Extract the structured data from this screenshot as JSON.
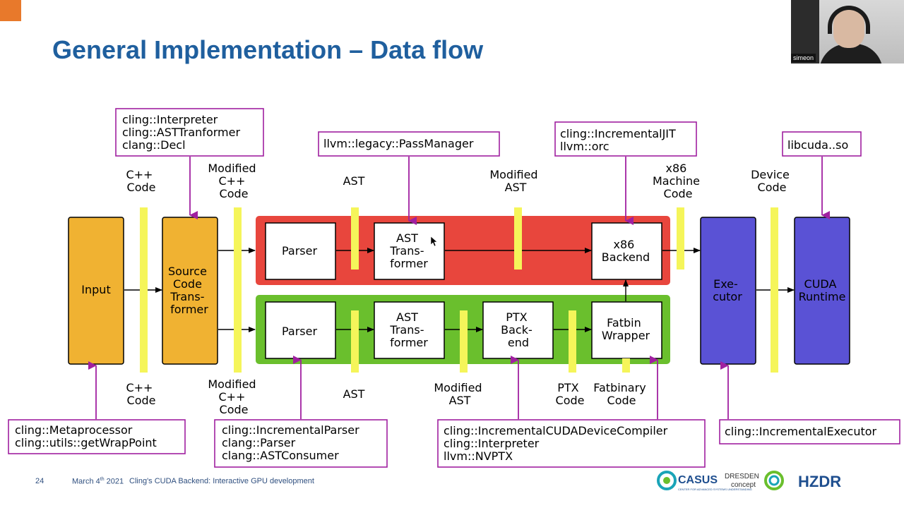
{
  "slide": {
    "title": "General Implementation – Data flow",
    "page_number": "24",
    "date_main": "March 4",
    "date_sup": "th",
    "date_year": "2021",
    "footer_title": "Cling's CUDA Backend: Interactive GPU development"
  },
  "video": {
    "name": "simeon"
  },
  "logos": {
    "casus": "CASUS",
    "casus_sub": "CENTER FOR ADVANCED SYSTEMS UNDERSTANDING",
    "dresden_top": "DRESDEN",
    "dresden_bottom": "concept",
    "hzdr": "HZDR"
  },
  "blocks": {
    "input": "Input",
    "source_transformer": [
      "Source",
      "Code",
      "Trans-",
      "former"
    ],
    "executor": [
      "Exe-",
      "cutor"
    ],
    "cuda_runtime": [
      "CUDA",
      "Runtime"
    ],
    "parser_top": "Parser",
    "ast_transformer_top": [
      "AST",
      "Trans-",
      "former"
    ],
    "x86_backend": [
      "x86",
      "Backend"
    ],
    "parser_bottom": "Parser",
    "ast_transformer_bottom": [
      "AST",
      "Trans-",
      "former"
    ],
    "ptx_backend": [
      "PTX",
      "Back-",
      "end"
    ],
    "fatbin_wrapper": [
      "Fatbin",
      "Wrapper"
    ]
  },
  "labels_top": {
    "cpp_code": [
      "C++",
      "Code"
    ],
    "modified_cpp_code": [
      "Modified",
      "C++",
      "Code"
    ],
    "ast": "AST",
    "modified_ast": [
      "Modified",
      "AST"
    ],
    "x86_machine_code": [
      "x86",
      "Machine",
      "Code"
    ],
    "device_code": [
      "Device",
      "Code"
    ]
  },
  "labels_bottom": {
    "cpp_code": [
      "C++",
      "Code"
    ],
    "modified_cpp_code": [
      "Modified",
      "C++",
      "Code"
    ],
    "ast": "AST",
    "modified_ast": [
      "Modified",
      "AST"
    ],
    "ptx_code": [
      "PTX",
      "Code"
    ],
    "fatbinary_code": [
      "Fatbinary",
      "Code"
    ]
  },
  "api_boxes": {
    "interpreter": [
      "cling::Interpreter",
      "cling::ASTTranformer",
      "clang::Decl"
    ],
    "pass_manager": [
      "llvm::legacy::PassManager"
    ],
    "incremental_jit": [
      "cling::IncrementalJIT",
      "llvm::orc"
    ],
    "libcuda": [
      "libcuda..so"
    ],
    "metaprocessor": [
      "cling::Metaprocessor",
      "cling::utils::getWrapPoint"
    ],
    "incremental_parser": [
      "cling::IncrementalParser",
      "clang::Parser",
      "clang::ASTConsumer"
    ],
    "cuda_device_compiler": [
      "cling::IncrementalCUDADeviceCompiler",
      "cling::Interpreter",
      "llvm::NVPTX"
    ],
    "incremental_executor": [
      "cling::IncrementalExecutor"
    ]
  },
  "colors": {
    "title": "#1f5f9e",
    "orange_block": "#f0b232",
    "blue_block": "#5a52d5",
    "red_pipeline": "#e8463d",
    "green_pipeline": "#6abf2d",
    "yellow_bar": "#f5f55a",
    "magenta_box": "#a020a0"
  }
}
